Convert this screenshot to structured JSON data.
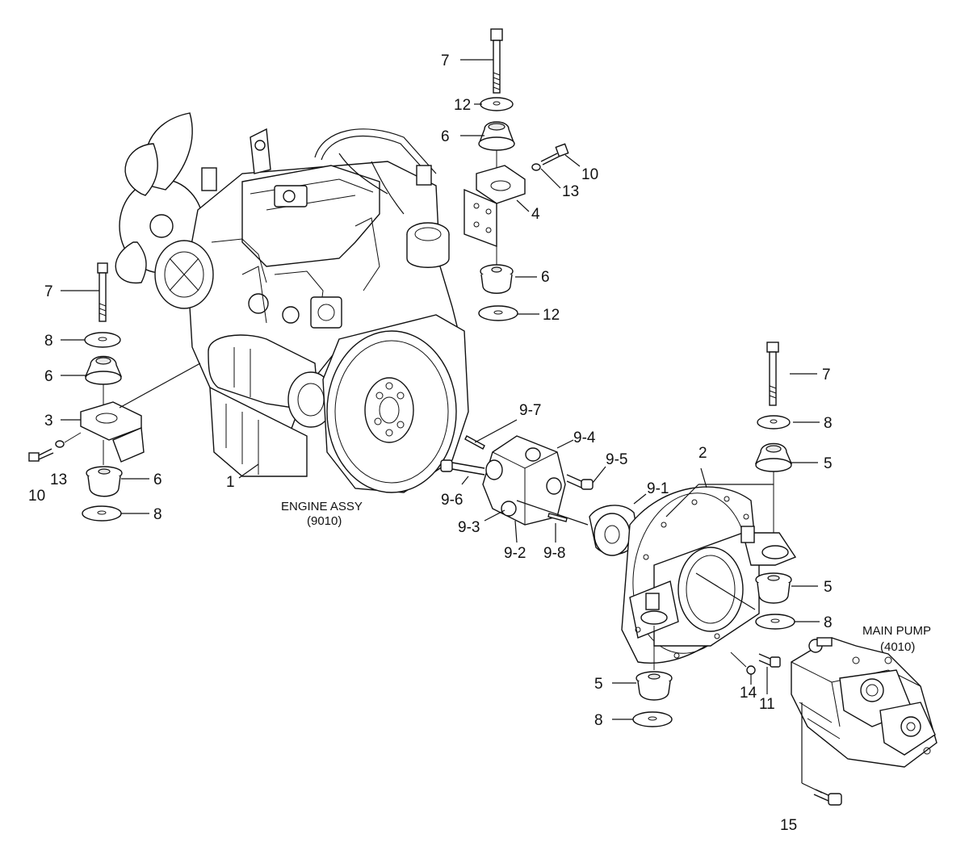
{
  "captions": {
    "engine_line1": "ENGINE ASSY",
    "engine_line2": "(9010)",
    "pump_line1": "MAIN PUMP",
    "pump_line2": "(4010)"
  },
  "labels": {
    "bolt_7_top": "7",
    "washer_12_top": "12",
    "mount_6_top": "6",
    "bolt_10_right": "10",
    "washer_13_right": "13",
    "bracket_4": "4",
    "mount_6_mid": "6",
    "washer_12_mid": "12",
    "bolt_7_left": "7",
    "washer_8_left_top": "8",
    "mount_6_left_top": "6",
    "bracket_3": "3",
    "bolt_10_left": "10",
    "washer_13_left": "13",
    "mount_6_left_bottom": "6",
    "washer_8_left_bottom": "8",
    "engine_1": "1",
    "pin_9_7": "9-7",
    "coupling_9_4": "9-4",
    "bolt_9_5": "9-5",
    "bolt_9_6": "9-6",
    "coupling_9_3": "9-3",
    "coupling_9_2": "9-2",
    "pin_9_8": "9-8",
    "hub_9_1": "9-1",
    "housing_2": "2",
    "bolt_7_right": "7",
    "washer_8_right_top": "8",
    "mount_5_right_top": "5",
    "mount_5_right_mid": "5",
    "washer_8_right_mid": "8",
    "mount_5_bottom": "5",
    "washer_8_bottom": "8",
    "washer_14": "14",
    "bolt_11": "11",
    "bolt_15": "15"
  }
}
